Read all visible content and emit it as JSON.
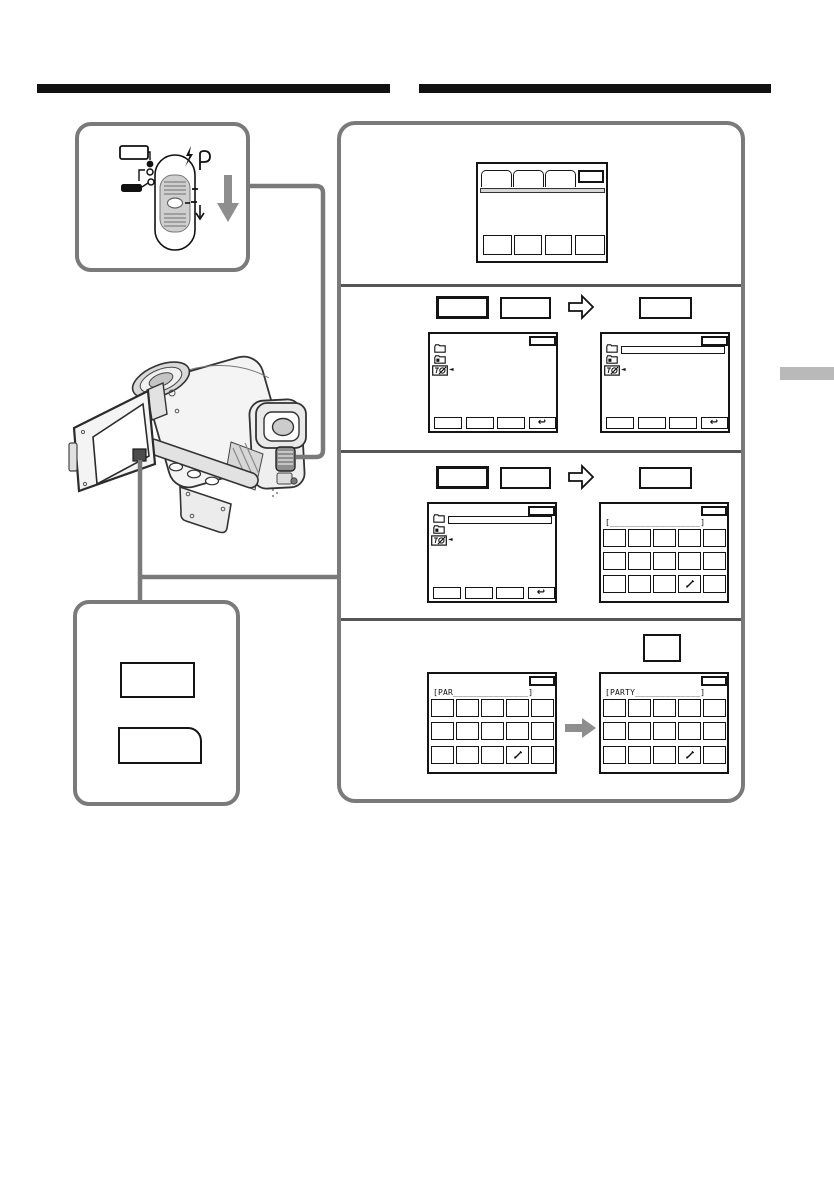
{
  "colors": {
    "rule_black": "#111111",
    "panel_border_gray": "#7a7a7a",
    "callout_line_gray": "#7a7a7a",
    "arrow_gray": "#8e8e8e",
    "side_tab_gray": "#b9b9b9",
    "screen_border": "#141414",
    "lcd_button_dark": "#4c4c4c"
  },
  "icons": {
    "return": "↩",
    "cursor": "◄",
    "pencil": "✎",
    "lightning": "ϟ",
    "power_lamp": "●",
    "folder": "folder-outline",
    "folder_marked": "folder-with-mark",
    "tape_label": "boxed-label-pencil"
  },
  "screens": {
    "name_entry_blank": "[__________________]",
    "name_entry_partial": "[PAR_______________]",
    "name_entry_complete": "[PARTY_____________]"
  }
}
